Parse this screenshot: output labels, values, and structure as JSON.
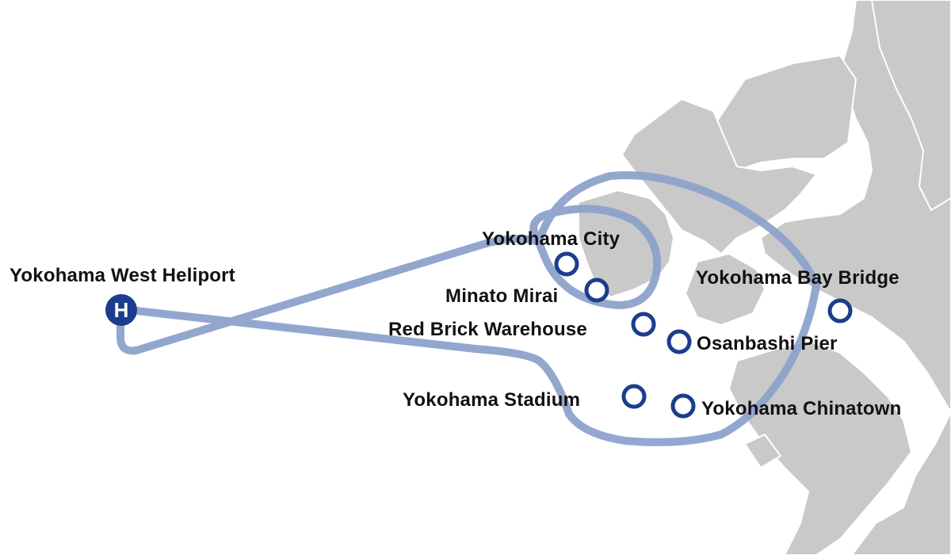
{
  "map": {
    "colors": {
      "land": "#c9c9c9",
      "coast_outline": "#ffffff",
      "route": "#8ea3cc",
      "marker": "#1b3d8c",
      "label": "#111111"
    },
    "heliport": {
      "name": "Yokohama West Heliport",
      "icon_letter": "H",
      "icon": "heliport-icon"
    },
    "points_of_interest": [
      {
        "name": "Yokohama City",
        "icon": "circle-marker-icon"
      },
      {
        "name": "Minato Mirai",
        "icon": "circle-marker-icon"
      },
      {
        "name": "Red Brick Warehouse",
        "icon": "circle-marker-icon"
      },
      {
        "name": "Osanbashi Pier",
        "icon": "circle-marker-icon"
      },
      {
        "name": "Yokohama Bay Bridge",
        "icon": "circle-marker-icon"
      },
      {
        "name": "Yokohama Stadium",
        "icon": "circle-marker-icon"
      },
      {
        "name": "Yokohama Chinatown",
        "icon": "circle-marker-icon"
      }
    ]
  }
}
